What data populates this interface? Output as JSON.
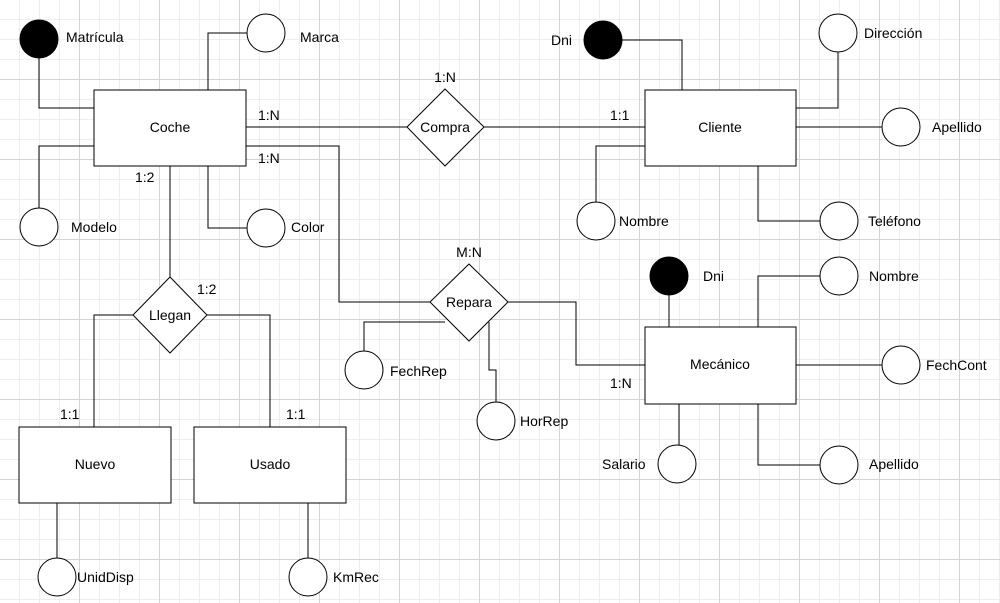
{
  "entities": {
    "coche": "Coche",
    "cliente": "Cliente",
    "mecanico": "Mecánico",
    "nuevo": "Nuevo",
    "usado": "Usado"
  },
  "relationships": {
    "compra": "Compra",
    "repara": "Repara",
    "llegan": "Llegan"
  },
  "attributes": {
    "matricula": "Matrícula",
    "marca": "Marca",
    "modelo": "Modelo",
    "color": "Color",
    "dni_cliente": "Dni",
    "direccion": "Dirección",
    "apellido_cliente": "Apellido",
    "nombre_cliente": "Nombre",
    "telefono": "Teléfono",
    "dni_mecanico": "Dni",
    "nombre_mecanico": "Nombre",
    "fechcont": "FechCont",
    "apellido_mecanico": "Apellido",
    "salario": "Salario",
    "fechrep": "FechRep",
    "horrep": "HorRep",
    "uniddisp": "UnidDisp",
    "kmrec": "KmRec"
  },
  "cardinalities": {
    "compra": "1:N",
    "coche_compra": "1:N",
    "cliente_compra": "1:1",
    "repara": "M:N",
    "coche_repara": "1:N",
    "mecanico_repara": "1:N",
    "coche_llegan": "1:2",
    "llegan": "1:2",
    "nuevo_llegan": "1:1",
    "usado_llegan": "1:1"
  }
}
